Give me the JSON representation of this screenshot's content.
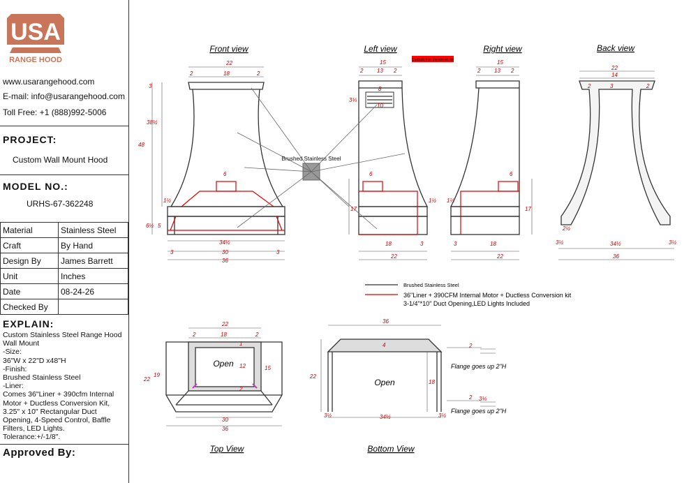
{
  "brand": {
    "logo_text": "USA",
    "logo_sub": "RANGE HOOD"
  },
  "contact": {
    "website": "www.usarangehood.com",
    "email": "E-mail: info@usarangehood.com",
    "phone": "Toll Free: +1 (888)992-5006"
  },
  "project": {
    "heading": "PROJECT:",
    "value": "Custom Wall Mount Hood"
  },
  "model": {
    "heading": "MODEL NO.:",
    "value": "URHS-67-362248"
  },
  "properties": [
    {
      "key": "Material",
      "value": "Stainless Steel"
    },
    {
      "key": "Craft",
      "value": "By Hand"
    },
    {
      "key": "Design By",
      "value": "James Barrett"
    },
    {
      "key": "Unit",
      "value": "Inches"
    },
    {
      "key": "Date",
      "value": "08-24-26"
    },
    {
      "key": "Checked By",
      "value": ""
    }
  ],
  "explain": {
    "heading": "EXPLAIN:",
    "text": "Custom Stainless Steel Range Hood\nWall Mount\n-Size:\n36\"W x 22\"D x48\"H\n-Finish:\nBrushed Stainless Steel\n-Liner:\nComes 36\"Liner + 390cfm Internal\nMotor + Ductless Conversion Kit,\n3.25\" x 10\" Rectangular Duct\nOpening, 4-Speed Control, Baffle\nFilters, LED Lights.\nTolerance:+/-1/8\"."
  },
  "approved": {
    "heading": "Approved By:"
  },
  "views": {
    "front": "Front view",
    "left": "Left view",
    "right": "Right view",
    "back": "Back view",
    "top": "Top View",
    "bottom": "Bottom View"
  },
  "labels": {
    "material_callout": "Brushed Stainless Steel",
    "cutouts": "Cutouts For Returned Air",
    "open": "Open",
    "flange": "Flange goes up 2\"H"
  },
  "legend": [
    {
      "text": "Brushed Stainless Steel",
      "color": "#333333"
    },
    {
      "text": "36\"Liner + 390CFM Internal Motor + Ductless Conversion kit\n3-1/4\"*10\" Duct Opening,LED Lights Included",
      "color": "#e00000"
    }
  ],
  "colors": {
    "accent": "#c8755a",
    "liner": "#e00000",
    "dim": "#cc0000",
    "cutout_bg": "#ff0000"
  }
}
